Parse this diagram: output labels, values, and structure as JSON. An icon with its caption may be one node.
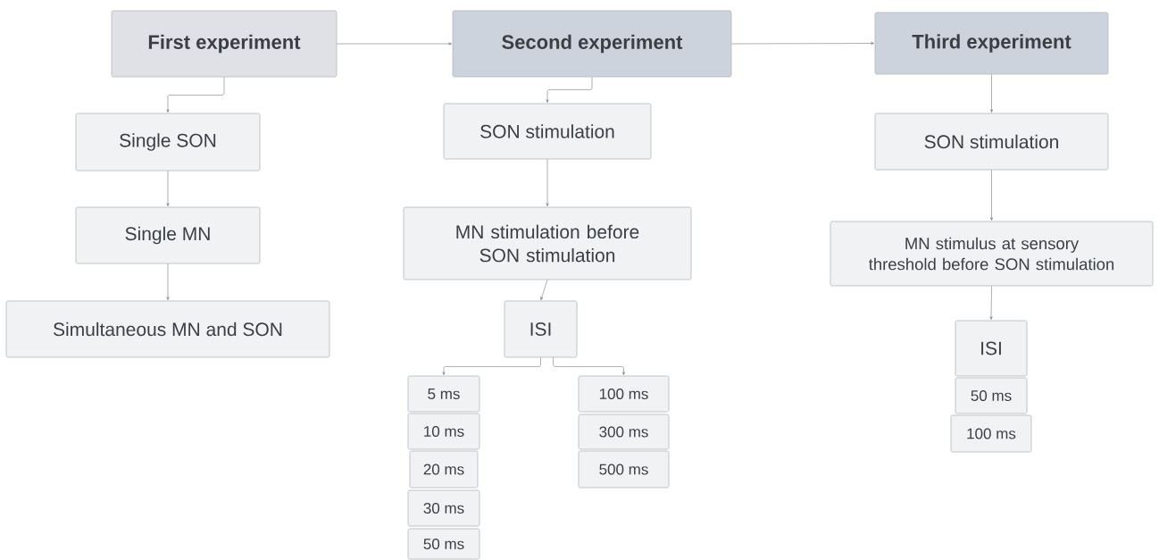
{
  "diagram": {
    "nodes": [
      {
        "text": [
          "First experiment"
        ]
      },
      {
        "text": [
          "Single SON"
        ]
      },
      {
        "text": [
          "Single MN"
        ]
      },
      {
        "text": [
          "Simultaneous MN and SON"
        ]
      },
      {
        "text": [
          "Second experiment"
        ]
      },
      {
        "text": [
          "SON stimulation"
        ]
      },
      {
        "text": [
          "MN  stimulation before SON stimulation"
        ]
      },
      {
        "text": [
          "ISI"
        ]
      },
      {
        "text": [
          "5 ms"
        ]
      },
      {
        "text": [
          "10 ms"
        ]
      },
      {
        "text": [
          "20 ms"
        ]
      },
      {
        "text": [
          "30 ms"
        ]
      },
      {
        "text": [
          "50 ms"
        ]
      },
      {
        "text": [
          "100 ms"
        ]
      },
      {
        "text": [
          "300 ms"
        ]
      },
      {
        "text": [
          "500 ms"
        ]
      },
      {
        "text": [
          "Third experiment"
        ]
      },
      {
        "text": [
          "SON stimulation"
        ]
      },
      {
        "text": [
          "MN stimulus at sensory threshold before SON stimulation"
        ]
      },
      {
        "text": [
          "ISI"
        ]
      },
      {
        "text": [
          "50 ms"
        ]
      },
      {
        "text": [
          "100 ms"
        ]
      }
    ],
    "edges": [
      {
        "from": 0,
        "to": 4,
        "arrow": "to"
      },
      {
        "from": 4,
        "to": 16,
        "arrow": "to"
      },
      {
        "from": 0,
        "to": 1,
        "arrow": "to"
      },
      {
        "from": 1,
        "to": 2,
        "arrow": "to"
      },
      {
        "from": 2,
        "to": 3,
        "arrow": "to"
      },
      {
        "from": 4,
        "to": 5,
        "arrow": "to"
      },
      {
        "from": 5,
        "to": 6,
        "arrow": "to"
      },
      {
        "from": 6,
        "to": 7,
        "arrow": "to"
      },
      {
        "from": 7,
        "to": 8,
        "arrow": "to"
      },
      {
        "from": 7,
        "to": 13,
        "arrow": "to"
      },
      {
        "from": 16,
        "to": 17,
        "arrow": "to"
      },
      {
        "from": 17,
        "to": 18,
        "arrow": "to"
      },
      {
        "from": 18,
        "to": 19,
        "arrow": "to"
      }
    ]
  }
}
